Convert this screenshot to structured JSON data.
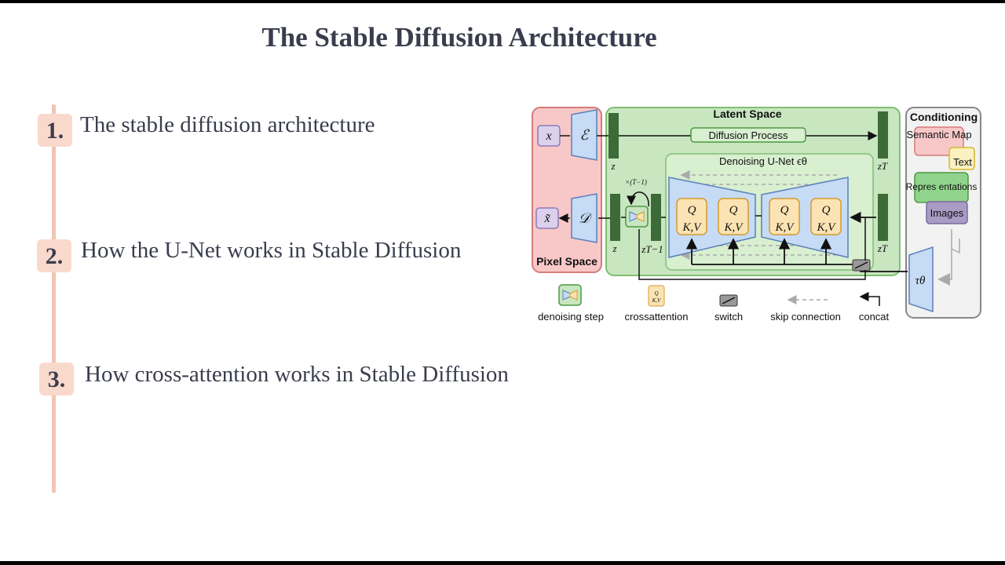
{
  "title": "The Stable Diffusion Architecture",
  "agenda": [
    {
      "number": "1.",
      "text": "The stable diffusion architecture"
    },
    {
      "number": "2.",
      "text": "How the U-Net works in Stable Diffusion"
    },
    {
      "number": "3.",
      "text": "How cross-attention works in Stable Diffusion"
    }
  ],
  "diagram": {
    "latent_space": "Latent Space",
    "pixel_space": "Pixel Space",
    "conditioning": "Conditioning",
    "diffusion_process": "Diffusion Process",
    "unet_title": "Denoising U-Net ϵθ",
    "x": "x",
    "x_tilde": "x̃",
    "encoder": "ℰ",
    "decoder": "𝒟",
    "z": "z",
    "z_T": "zT",
    "z_T_minus_1": "zT−1",
    "repeat": "×(T−1)",
    "tau": "τθ",
    "q": "Q",
    "kv": "K,V",
    "conditioning_items": [
      "Semantic Map",
      "Text",
      "Repres entations",
      "Images"
    ],
    "legend": [
      "denoising step",
      "crossattention",
      "switch",
      "skip connection",
      "concat"
    ]
  },
  "colors": {
    "pixel_space": "#f8c8c8",
    "latent_space": "#c8e6c0",
    "unet_bg": "#d8efd0",
    "encoder_blue": "#c6dbf5",
    "attention_box": "#fbe3b3",
    "text_dark": "#3a3d4d",
    "badge": "#f9d9cc"
  }
}
